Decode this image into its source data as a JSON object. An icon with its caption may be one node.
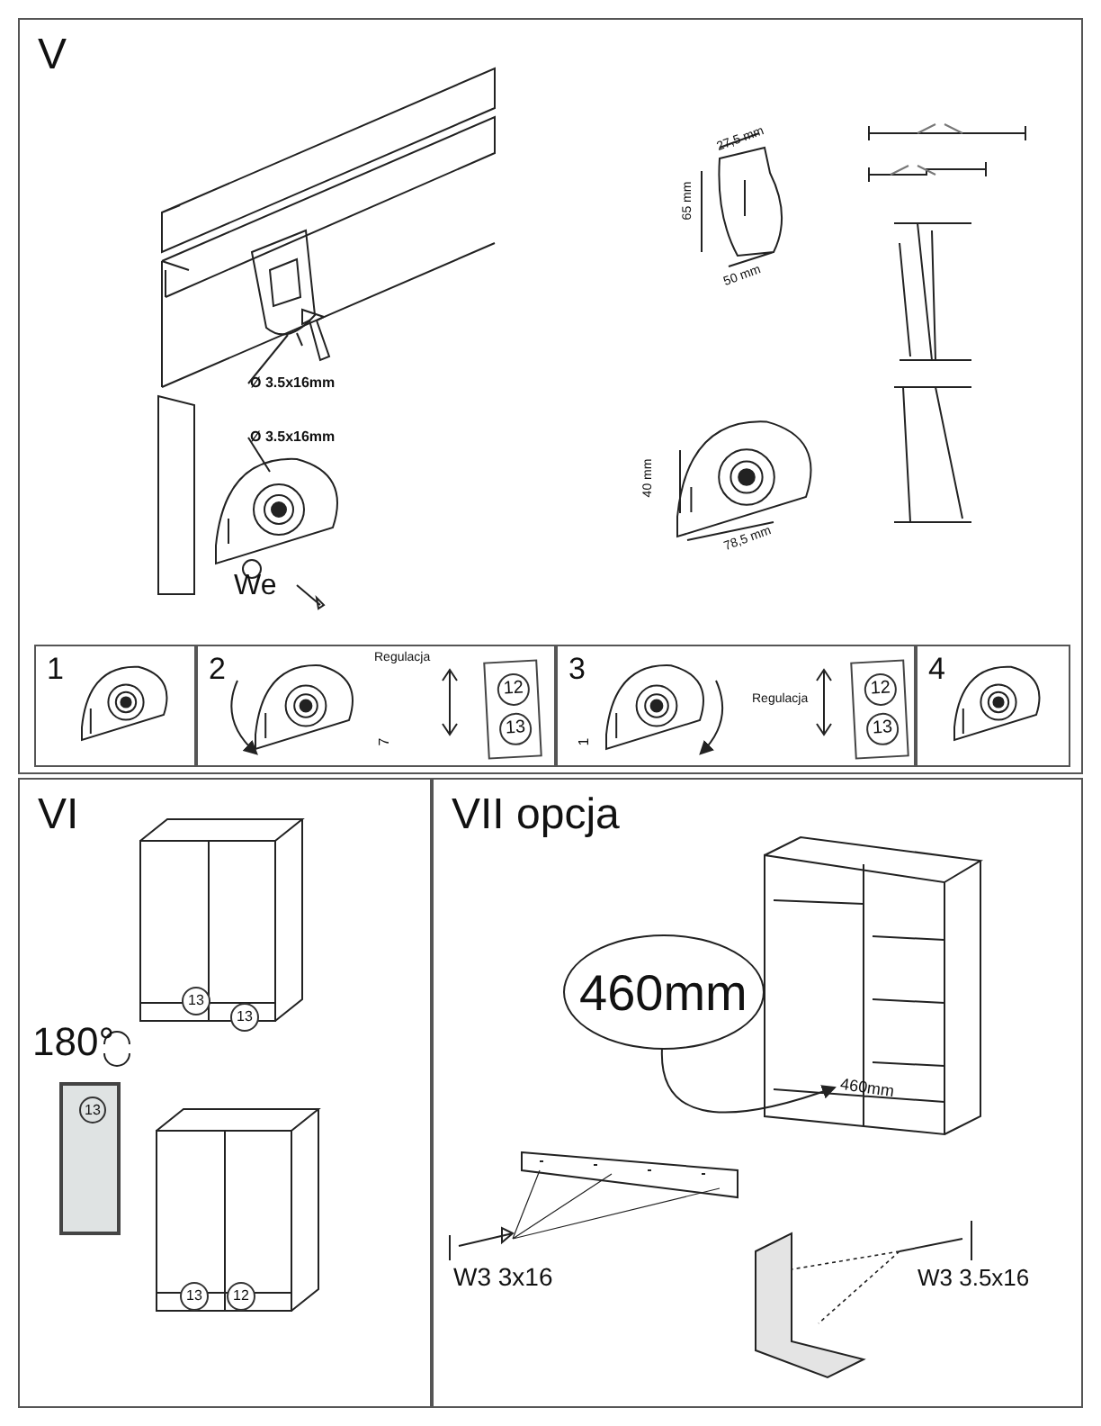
{
  "diagram": {
    "nodes": [
      {
        "text": [
          "V"
        ]
      },
      {
        "text": [
          "1"
        ],
        "in": 0
      },
      {
        "text": [
          "2"
        ],
        "in": 0
      },
      {
        "text": [
          "12",
          "13"
        ],
        "in": 2
      },
      {
        "text": [
          "3"
        ],
        "in": 0
      },
      {
        "text": [
          "12",
          "13"
        ],
        "in": 4
      },
      {
        "text": [
          "4"
        ],
        "in": 0
      },
      {
        "text": [
          "VI"
        ]
      },
      {
        "text": [
          "13"
        ],
        "in": 7
      },
      {
        "text": [
          "VII opcja"
        ]
      },
      {
        "text": [
          "460mm"
        ],
        "in": 9
      },
      {
        "text": [
          "Ø 3.5x16mm"
        ],
        "in": 0
      },
      {
        "text": [
          "Ø 3.5x16mm"
        ],
        "in": 0
      },
      {
        "text": [
          "460mm"
        ],
        "in": 9
      }
    ],
    "edges": [
      {
        "from": 10,
        "to": 13,
        "arrow": "to"
      },
      {
        "from": 11,
        "to": null,
        "arrow": "none"
      },
      {
        "from": 12,
        "to": null,
        "arrow": "none"
      }
    ],
    "labels": [
      "We",
      "27,5 mm",
      "65 mm",
      "50 mm",
      "40 mm",
      "78,5 mm",
      "Regulacja",
      "7",
      "Regulacja",
      "1",
      "13",
      "13",
      "180°",
      "13",
      "12",
      "W3 3x16",
      "W3 3.5x16"
    ]
  }
}
